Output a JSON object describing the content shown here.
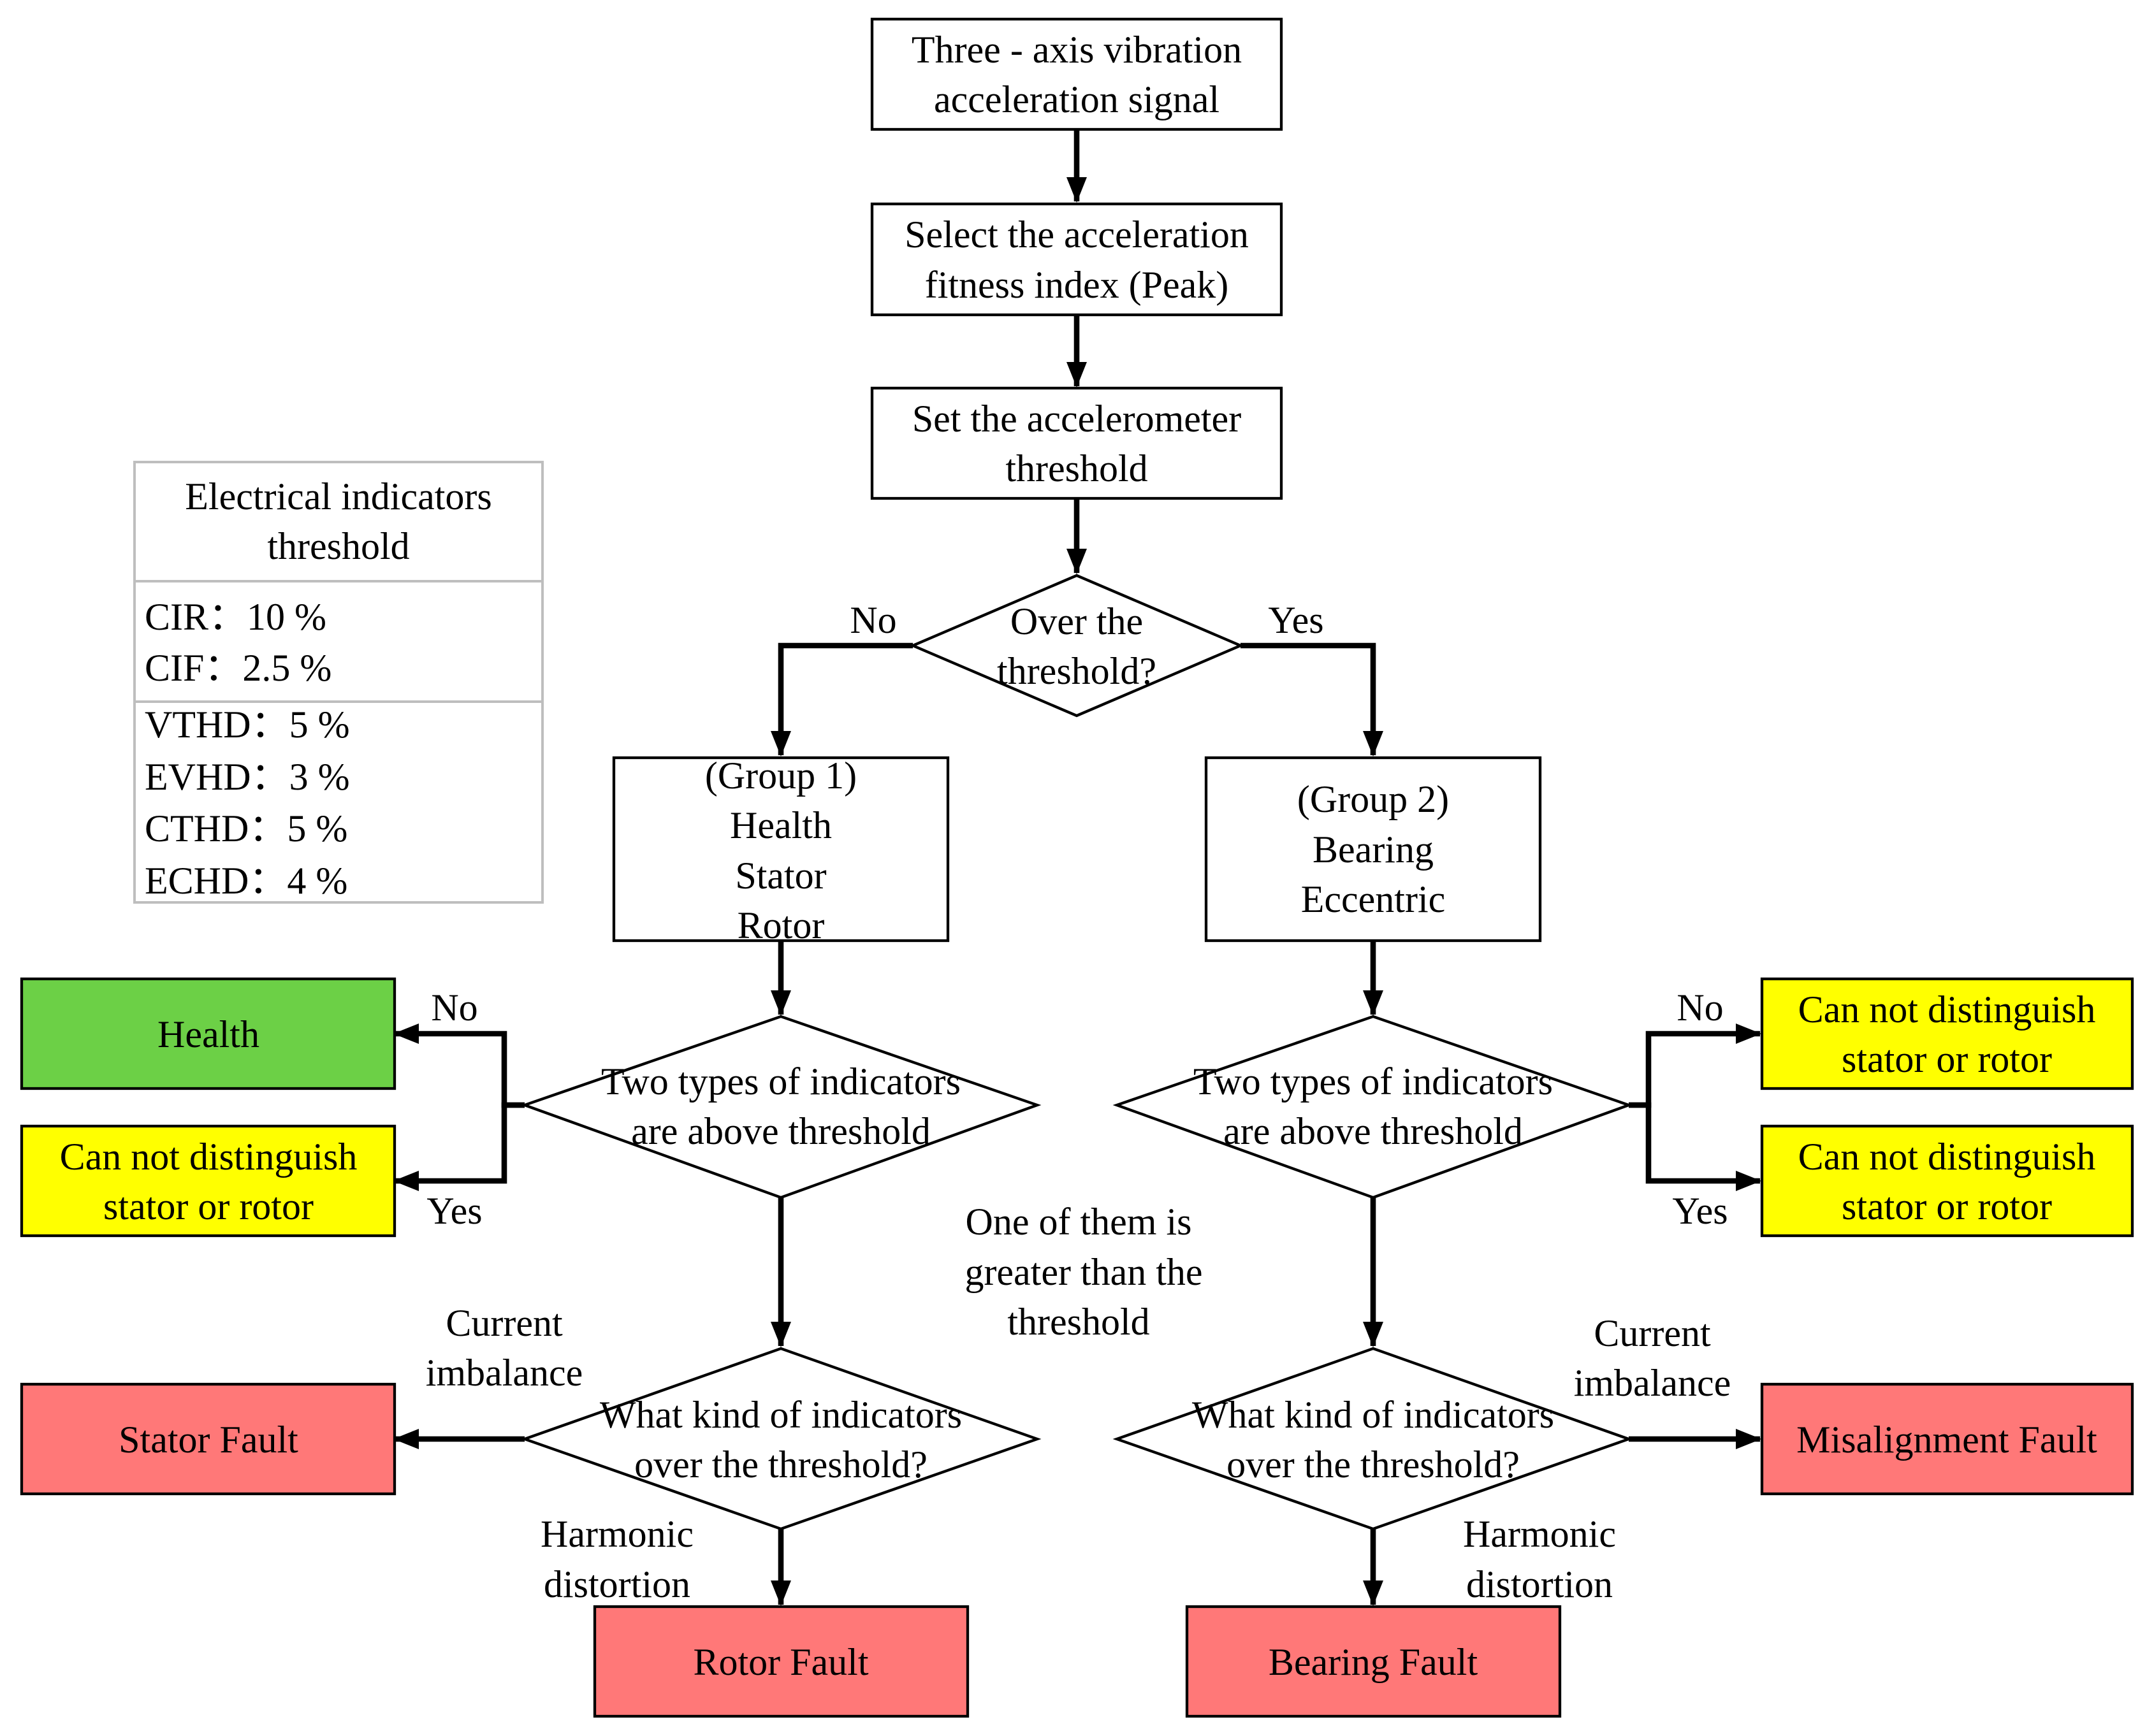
{
  "colors": {
    "health": "#6CD046",
    "warning": "#FFFF00",
    "fault": "#FF7878",
    "table_border": "#BEBEBE",
    "line": "#000000"
  },
  "process": {
    "signal": [
      "Three - axis vibration",
      "acceleration signal"
    ],
    "select_index": [
      "Select the acceleration",
      "fitness index (Peak)"
    ],
    "set_threshold": [
      "Set the accelerometer",
      "threshold"
    ],
    "over_threshold": [
      "Over the",
      "threshold?"
    ],
    "group1": [
      "(Group 1)",
      "Health",
      "Stator",
      "Rotor"
    ],
    "group2": [
      "(Group 2)",
      "Bearing",
      "Eccentric"
    ],
    "left_two_types": [
      "Two types of indicators",
      "are above threshold"
    ],
    "right_two_types": [
      "Two types of indicators",
      "are above threshold"
    ],
    "left_what_kind": [
      "What kind of indicators",
      "over the threshold?"
    ],
    "right_what_kind": [
      "What kind of indicators",
      "over the threshold?"
    ]
  },
  "outcomes": {
    "health": "Health",
    "left_indistinct": [
      "Can not distinguish",
      "stator or rotor"
    ],
    "right_indistinct_no": [
      "Can not distinguish",
      "stator or rotor"
    ],
    "right_indistinct_yes": [
      "Can not distinguish",
      "stator or rotor"
    ],
    "stator_fault": "Stator Fault",
    "rotor_fault": "Rotor Fault",
    "bearing_fault": "Bearing Fault",
    "misalignment_fault": "Misalignment Fault"
  },
  "edge_labels": {
    "top_no": "No",
    "top_yes": "Yes",
    "left_no": "No",
    "left_yes": "Yes",
    "right_no": "No",
    "right_yes": "Yes",
    "left_current": [
      "Current",
      "imbalance"
    ],
    "left_harmonic": [
      "Harmonic",
      "distortion"
    ],
    "right_current": [
      "Current",
      "imbalance"
    ],
    "right_harmonic": [
      "Harmonic",
      "distortion"
    ],
    "one_of_them": [
      "One of them is",
      "greater than the",
      "threshold"
    ]
  },
  "threshold_table": {
    "title": [
      "Electrical indicators",
      "threshold"
    ],
    "current_rows": [
      "CIR：10 %",
      "CIF：2.5 %"
    ],
    "harmonic_rows": [
      "VTHD：5 %",
      "EVHD：3 %",
      "CTHD：5 %",
      "ECHD：4 %"
    ]
  }
}
